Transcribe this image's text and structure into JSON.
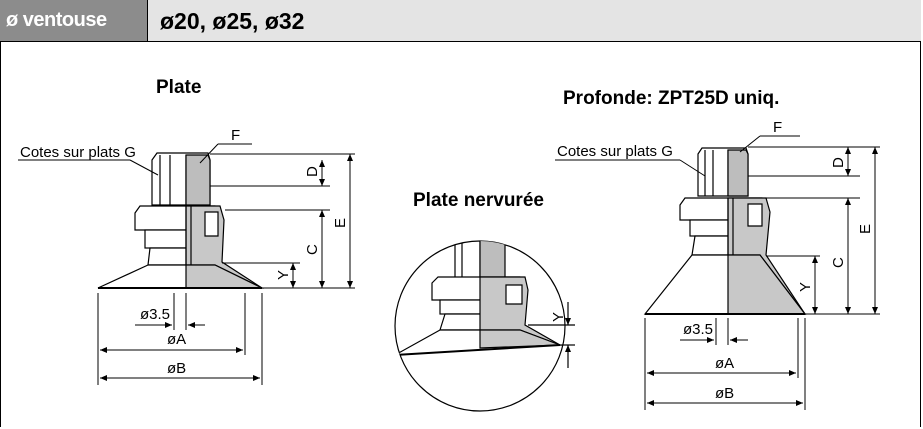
{
  "header": {
    "label": "ø ventouse",
    "sizes": "ø20, ø25, ø32"
  },
  "views": {
    "flat": {
      "title": "Plate",
      "hex_label": "Cotes sur plats G",
      "f": "F",
      "d": "D",
      "e": "E",
      "c": "C",
      "y": "Y",
      "hole": "ø3.5",
      "a": "øA",
      "b": "øB"
    },
    "ribbed": {
      "title": "Plate nervurée",
      "y": "Y"
    },
    "deep": {
      "title": "Profonde: ZPT25D uniq.",
      "hex_label": "Cotes sur plats G",
      "f": "F",
      "d": "D",
      "e": "E",
      "c": "C",
      "y": "Y",
      "hole": "ø3.5",
      "a": "øA",
      "b": "øB"
    }
  }
}
